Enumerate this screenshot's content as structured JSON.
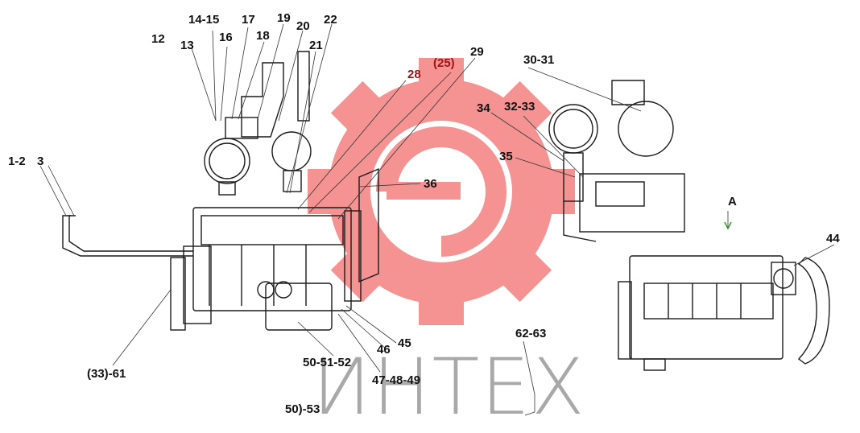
{
  "brand": {
    "text": "ИНТЕХ",
    "logo_color": "#ee3b3b"
  },
  "view_marker": {
    "label": "A"
  },
  "labels": {
    "l_1_2": "1-2",
    "l_3": "3",
    "l_12": "12",
    "l_13": "13",
    "l_14_15": "14-15",
    "l_16": "16",
    "l_17": "17",
    "l_18": "18",
    "l_19": "19",
    "l_20": "20",
    "l_21": "21",
    "l_22": "22",
    "l_28": "28",
    "l_25": "(25)",
    "l_29": "29",
    "l_30_31": "30-31",
    "l_32_33": "32-33",
    "l_34": "34",
    "l_35": "35",
    "l_36": "36",
    "l_44": "44",
    "l_45": "45",
    "l_46": "46",
    "l_47_48_49": "47-48-49",
    "l_50_51_52": "50-51-52",
    "l_50_53": "50)-53",
    "l_33_61": "(33)-61",
    "l_62_63": "62-63"
  }
}
